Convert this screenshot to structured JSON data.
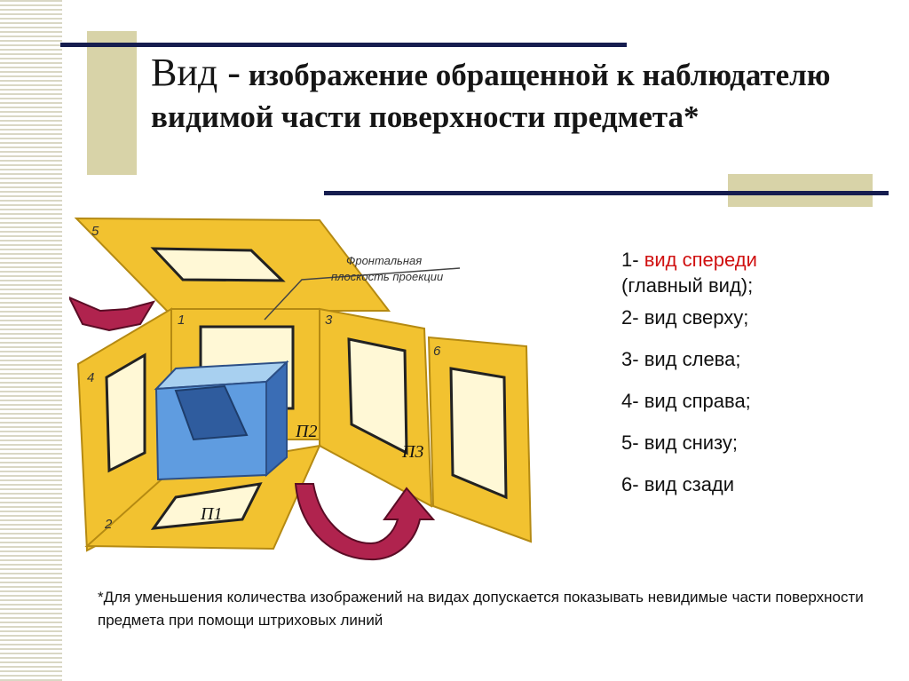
{
  "title": {
    "term": "Вид -",
    "definition": "изображение обращенной к наблюдателю видимой части поверхности предмета*"
  },
  "figure": {
    "callout": [
      "Фронтальная",
      "плоскость проекции"
    ],
    "panel_numbers": [
      "1",
      "2",
      "3",
      "4",
      "5",
      "6"
    ],
    "plane_labels": [
      "П2",
      "П3",
      "П1"
    ]
  },
  "views": [
    {
      "prefix": "1- ",
      "text": "вид спереди",
      "extra": "(главный вид);",
      "color": "#d01010"
    },
    {
      "prefix": "2- ",
      "text": "вид сверху;"
    },
    {
      "prefix": "3- ",
      "text": "вид слева;"
    },
    {
      "prefix": "4- ",
      "text": "вид справа;"
    },
    {
      "prefix": "5- ",
      "text": "вид снизу;"
    },
    {
      "prefix": "6- ",
      "text": "вид сзади"
    }
  ],
  "note": "*Для уменьшения количества изображений на видах допускается показывать невидимые части поверхности предмета при помощи штриховых линий"
}
